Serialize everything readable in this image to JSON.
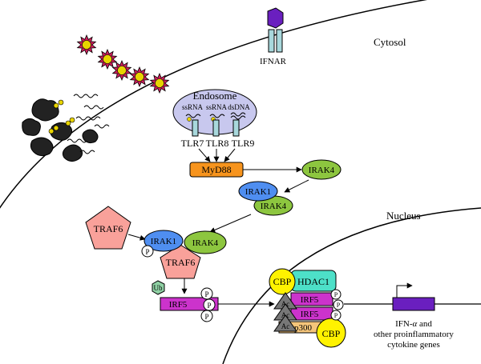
{
  "compartments": {
    "cytosol": "Cytosol",
    "nucleus": "Nucleus"
  },
  "receptors": {
    "ifnar": "IFNAR"
  },
  "endosome": {
    "title": "Endosome",
    "ligands": [
      "ssRNA",
      "ssRNA",
      "dsDNA"
    ],
    "tlrs": [
      "TLR7",
      "TLR8",
      "TLR9"
    ]
  },
  "proteins": {
    "myd88": "MyD88",
    "irak4": "IRAK4",
    "irak1": "IRAK1",
    "traf6": "TRAF6",
    "irf5": "IRF5",
    "cbp": "CBP",
    "hdac1": "HDAC1",
    "p300": "p300"
  },
  "modifications": {
    "phospho": "P",
    "ubiquitin": "Ub",
    "acetyl": "Ac"
  },
  "gene": {
    "line1": "IFN-",
    "alpha": "α",
    "line1_end": " and",
    "line2": "other proinflammatory",
    "line3": "cytokine genes"
  },
  "colors": {
    "myd88": "#f7941d",
    "irak4": "#8dc63f",
    "irak1": "#4f8ef0",
    "traf6": "#f9a19a",
    "irf5": "#cc33cc",
    "cbp": "#fff200",
    "hdac1": "#4de0c8",
    "p300": "#f5c57a",
    "acetyl": "#777777",
    "ubiquitin": "#8fd1a4",
    "endosome": "#c8c8ee",
    "tlr": "#a8d8dc",
    "ifnar_ligand": "#6a1fbf",
    "virus": "#cc1f5a",
    "gene": "#6a1fbf"
  }
}
